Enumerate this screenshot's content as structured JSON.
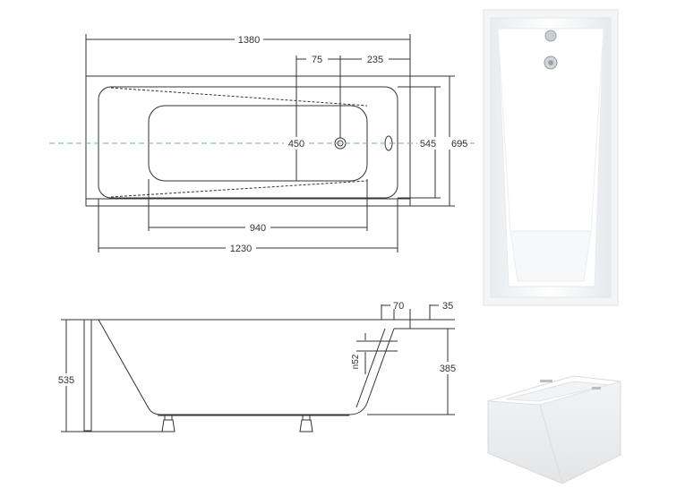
{
  "top_view": {
    "overall_length": "1380",
    "waste_offset": "75",
    "waste_to_end": "235",
    "inner_width": "450",
    "rim_width": "545",
    "overall_width": "695",
    "bottom_length": "940",
    "inner_length": "1230"
  },
  "side_view": {
    "rim_overhang": "70",
    "rim_thickness": "35",
    "overflow_height": "n52",
    "inner_depth": "385",
    "overall_height": "535"
  },
  "colors": {
    "line": "#333333",
    "centerline": "#6aa8dc",
    "background": "#ffffff",
    "tub_white": "#fbfbfb"
  }
}
